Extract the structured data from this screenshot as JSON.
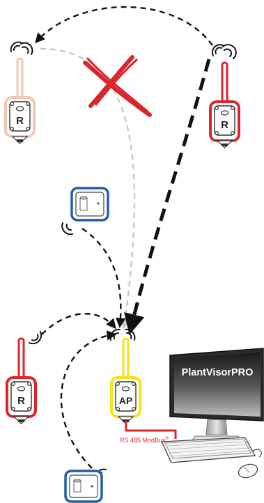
{
  "devices": {
    "router_top_left": {
      "label": "R",
      "color": "#f2c8b5"
    },
    "router_top_right": {
      "label": "R",
      "color": "#e0242c"
    },
    "router_bottom_left": {
      "label": "R",
      "color": "#e0242c"
    },
    "access_point": {
      "label": "AP",
      "color": "#f5e21a"
    },
    "sensor_middle": {
      "color": "#1f5ea8"
    },
    "sensor_bottom": {
      "color": "#1f5ea8"
    }
  },
  "monitor": {
    "screen_text": "PlantVisorPRO"
  },
  "bus": {
    "label": "RS 485 ModBus",
    "mark": "®",
    "color": "#e0242c"
  },
  "blocked_mark": {
    "color": "#d9252c"
  },
  "link_colors": {
    "active": "#111111",
    "blocked": "#c8c8c8"
  }
}
